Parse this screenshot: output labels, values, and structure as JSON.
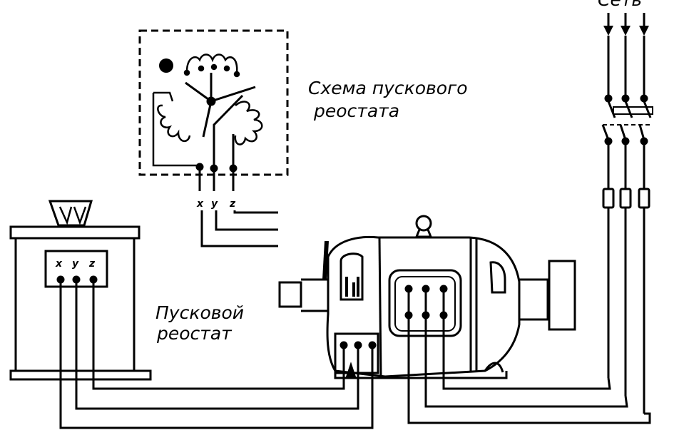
{
  "labels": {
    "network": "Сеть",
    "scheme_line1": "Схема пускового",
    "scheme_line2": "реостата",
    "rheostat_line1": "Пусковой",
    "rheostat_line2": "реостат"
  },
  "terminals": {
    "scheme": [
      "x",
      "y",
      "z"
    ],
    "rheostat": [
      "x",
      "y",
      "z"
    ]
  },
  "colors": {
    "ink": "#000000",
    "paper": "#ffffff"
  }
}
